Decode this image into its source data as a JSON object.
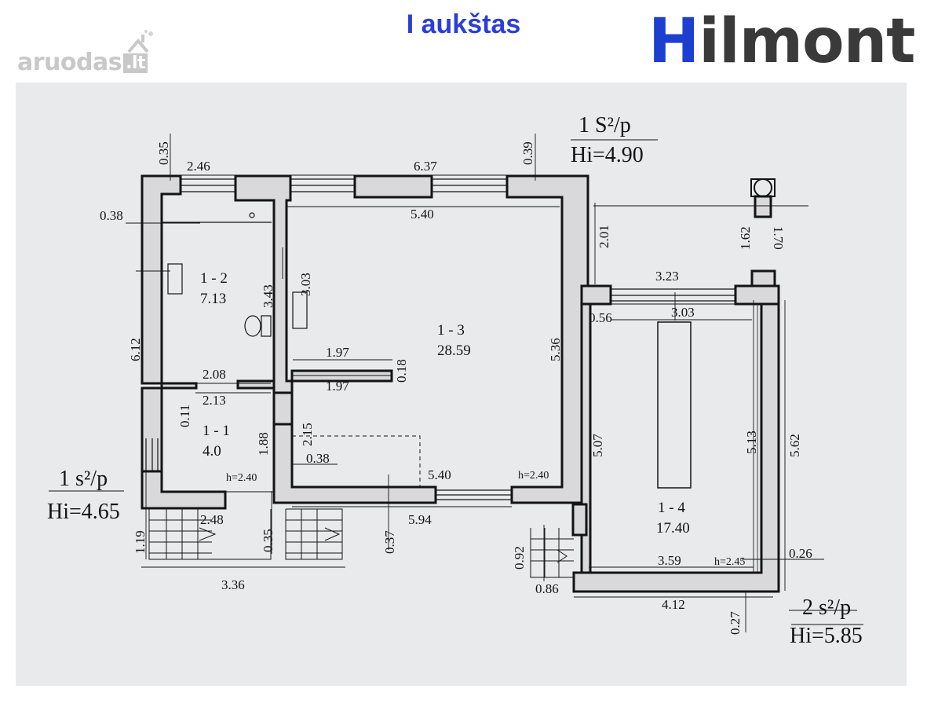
{
  "header": {
    "title": "I aukštas",
    "watermark": {
      "name": "aruodas",
      "tld": ".lt"
    },
    "brand": {
      "first_letter": "H",
      "rest": "ilmont",
      "accent_color": "#1d3fd0",
      "text_color": "#3a3a3a"
    }
  },
  "plan": {
    "rooms": [
      {
        "id": "1 - 1",
        "area": "4.0"
      },
      {
        "id": "1 - 2",
        "area": "7.13"
      },
      {
        "id": "1 - 3",
        "area": "28.59"
      },
      {
        "id": "1 - 4",
        "area": "17.40"
      }
    ],
    "stair_labels": [
      {
        "label": "1 S²/p",
        "height": "Hi=4.90"
      },
      {
        "label": "1 s²/p",
        "height": "Hi=4.65"
      },
      {
        "label": "2 s²/p",
        "height": "Hi=5.85"
      }
    ],
    "ceiling_heights": [
      "h=2.40",
      "h=2.40",
      "h=2.45"
    ],
    "dimensions": [
      "0.35",
      "2.46",
      "6.37",
      "0.39",
      "0.38",
      "5.40",
      "2.01",
      "3.43",
      "3.03",
      "1.62",
      "1.70",
      "3.23",
      "0.56",
      "3.03",
      "6.12",
      "1.97",
      "0.18",
      "5.36",
      "1.97",
      "2.08",
      "2.13",
      "0.11",
      "2.15",
      "1.88",
      "0.38",
      "5.07",
      "5.13",
      "5.62",
      "5.40",
      "2.48",
      "1.19",
      "0.35",
      "0.37",
      "5.94",
      "0.92",
      "3.59",
      "0.26",
      "3.36",
      "0.86",
      "4.12",
      "0.27"
    ],
    "colors": {
      "paper": "#e9eaec",
      "ink": "#141414"
    }
  }
}
